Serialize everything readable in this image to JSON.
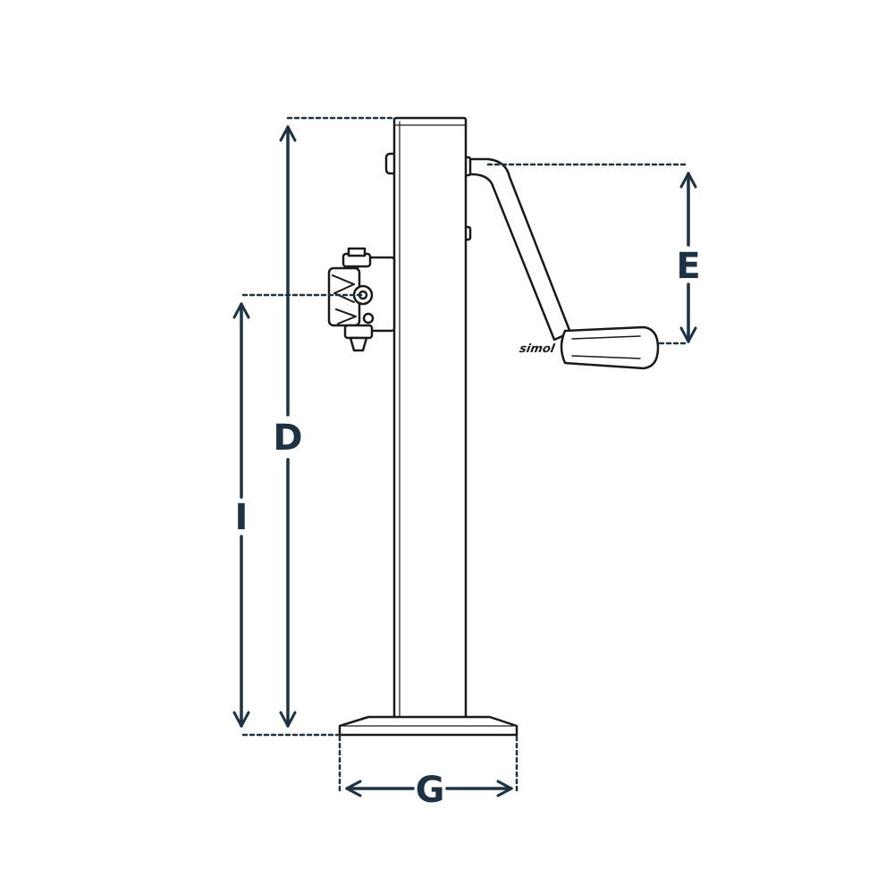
{
  "colors": {
    "dimension": "#1d3344",
    "outline": "#1a1a1a",
    "fill": "#ffffff"
  },
  "labels": {
    "d": "D",
    "i": "I",
    "e": "E",
    "g": "G"
  },
  "logo": "simol"
}
